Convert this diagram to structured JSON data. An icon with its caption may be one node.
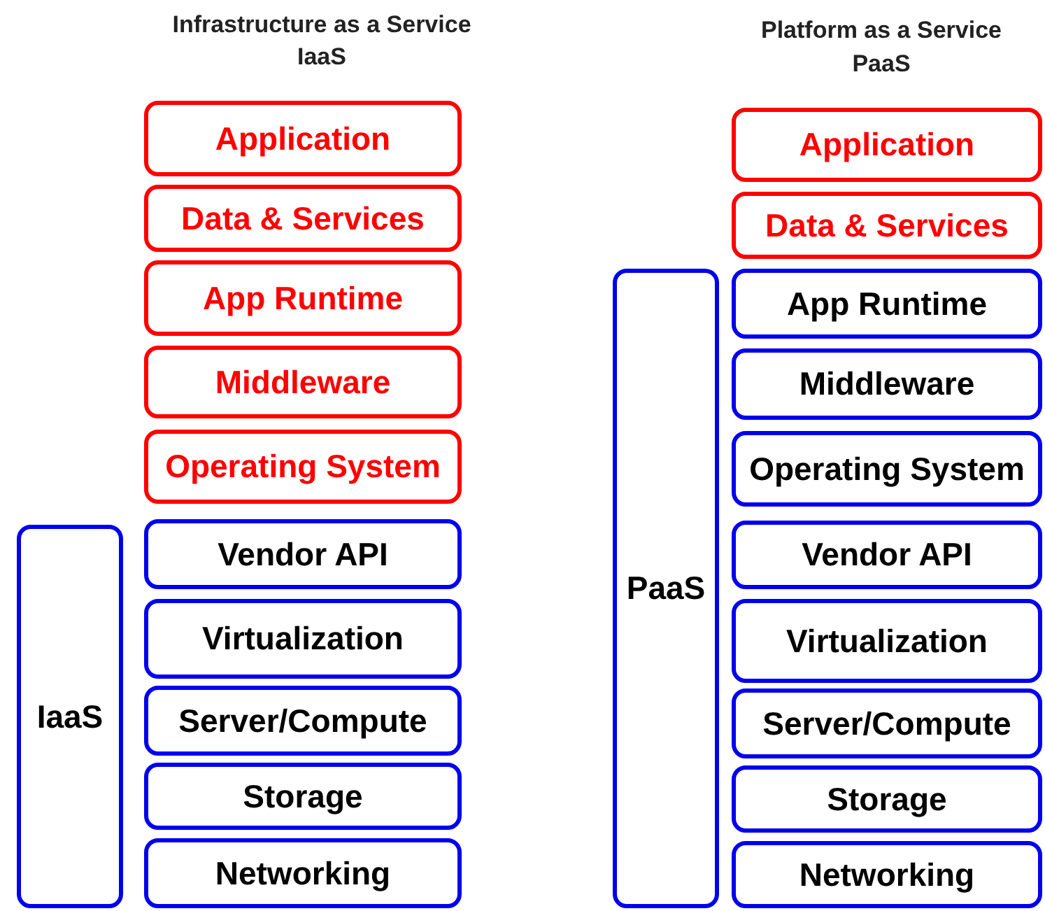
{
  "diagram": {
    "nodes": [
      {
        "text": [
          "Application"
        ]
      },
      {
        "text": [
          "Data & Services"
        ]
      },
      {
        "text": [
          "App Runtime"
        ]
      },
      {
        "text": [
          "Middleware"
        ]
      },
      {
        "text": [
          "Operating System"
        ]
      },
      {
        "text": [
          "Vendor API"
        ]
      },
      {
        "text": [
          "Virtualization"
        ]
      },
      {
        "text": [
          "Server/Compute"
        ]
      },
      {
        "text": [
          "Storage"
        ]
      },
      {
        "text": [
          "Networking"
        ]
      },
      {
        "text": [
          "IaaS"
        ]
      },
      {
        "text": [
          "Application"
        ]
      },
      {
        "text": [
          "Data & Services"
        ]
      },
      {
        "text": [
          "App Runtime"
        ]
      },
      {
        "text": [
          "Middleware"
        ]
      },
      {
        "text": [
          "Operating System"
        ]
      },
      {
        "text": [
          "Vendor API"
        ]
      },
      {
        "text": [
          "Virtualization"
        ]
      },
      {
        "text": [
          "Server/Compute"
        ]
      },
      {
        "text": [
          "Storage"
        ]
      },
      {
        "text": [
          "Networking"
        ]
      },
      {
        "text": [
          "PaaS"
        ]
      }
    ],
    "labels": [
      "Infrastructure as a Service",
      "IaaS",
      "Platform as a Service",
      "PaaS"
    ]
  }
}
